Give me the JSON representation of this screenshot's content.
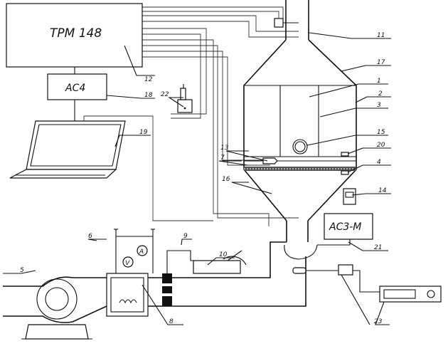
{
  "blocks": {
    "trm": "ТРМ 148",
    "ac4": "АС4",
    "ac3m": "АС3-М"
  },
  "meters": {
    "voltmeter": "V",
    "ammeter": "A"
  },
  "callouts": [
    "1",
    "2",
    "3",
    "4",
    "5",
    "6",
    "7",
    "8",
    "9",
    "10",
    "11",
    "12",
    "13",
    "14",
    "15",
    "16",
    "17",
    "18",
    "19",
    "20",
    "21",
    "22",
    "23"
  ]
}
